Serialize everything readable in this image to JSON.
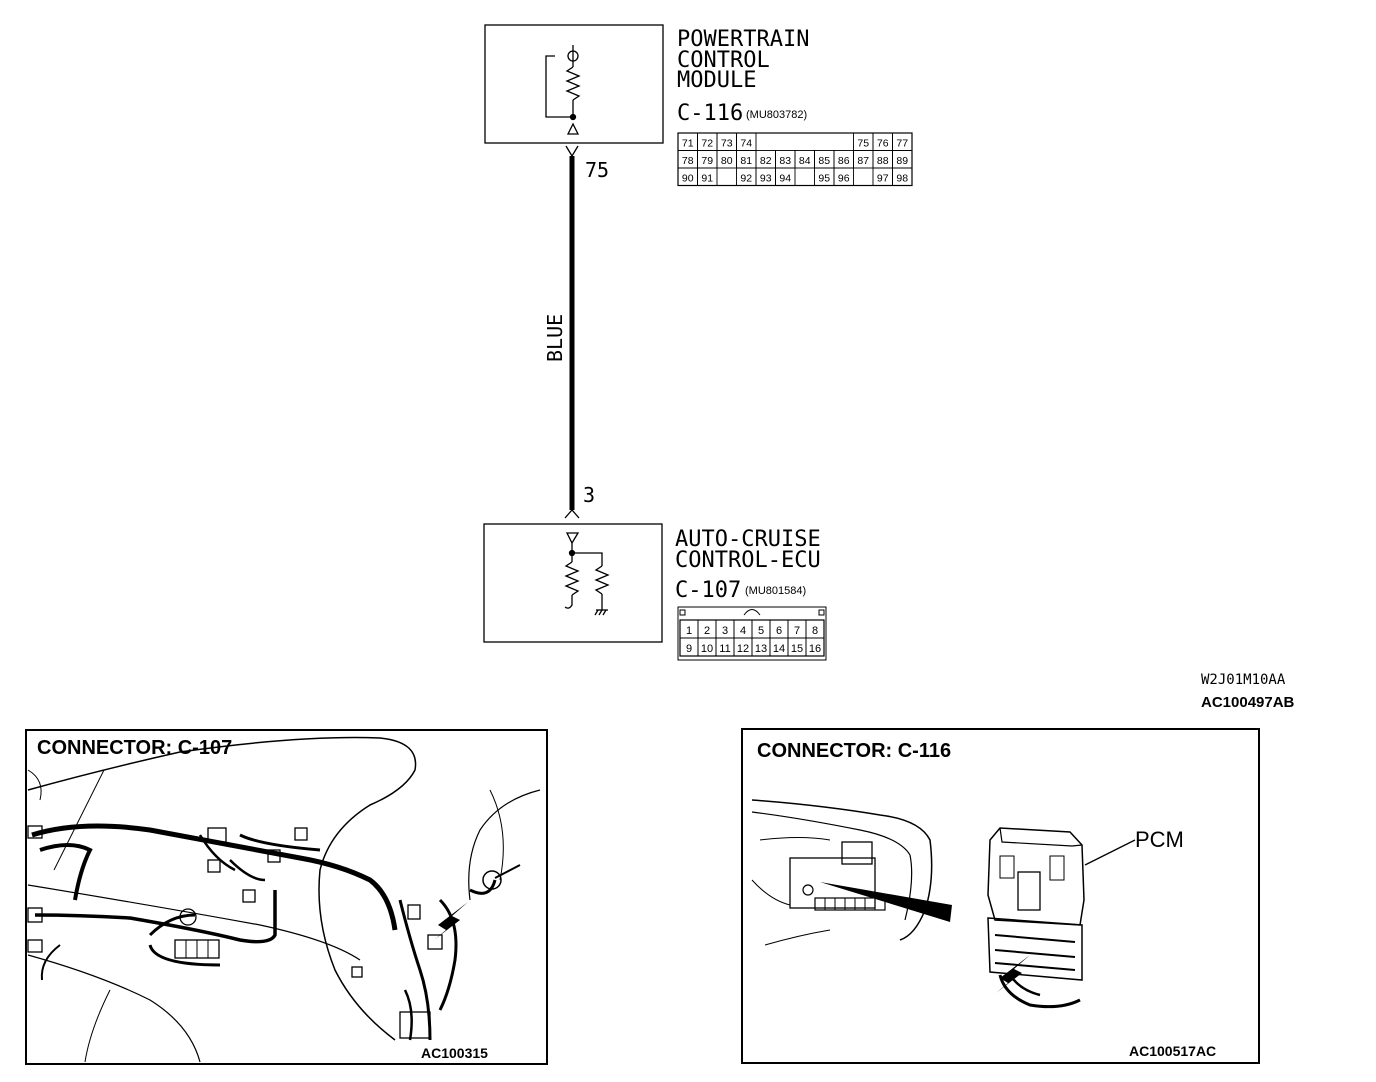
{
  "pcm": {
    "name_lines": [
      "POWERTRAIN",
      "CONTROL",
      "MODULE"
    ],
    "connector": "C-116",
    "part_no": "(MU803782)",
    "pin": "75",
    "pin_rows": [
      [
        "71",
        "72",
        "73",
        "74",
        "",
        "",
        "",
        "",
        "",
        "75",
        "76",
        "77"
      ],
      [
        "78",
        "79",
        "80",
        "81",
        "82",
        "83",
        "84",
        "85",
        "86",
        "87",
        "88",
        "89"
      ],
      [
        "90",
        "91",
        "",
        "92",
        "93",
        "94",
        "",
        "95",
        "96",
        "",
        "97",
        "98"
      ]
    ]
  },
  "wire": {
    "color_label": "BLUE"
  },
  "ecu": {
    "name_lines": [
      "AUTO-CRUISE",
      "CONTROL-ECU"
    ],
    "connector": "C-107",
    "part_no": "(MU801584)",
    "pin": "3",
    "pin_rows": [
      [
        "1",
        "2",
        "3",
        "4",
        "5",
        "6",
        "7",
        "8"
      ],
      [
        "9",
        "10",
        "11",
        "12",
        "13",
        "14",
        "15",
        "16"
      ]
    ]
  },
  "codes": {
    "diagram_code": "W2J01M10AA",
    "figure_id": "AC100497AB"
  },
  "panel_c107": {
    "title": "CONNECTOR: C-107",
    "figure_id": "AC100315"
  },
  "panel_c116": {
    "title": "CONNECTOR: C-116",
    "label_pcm": "PCM",
    "figure_id": "AC100517AC"
  }
}
